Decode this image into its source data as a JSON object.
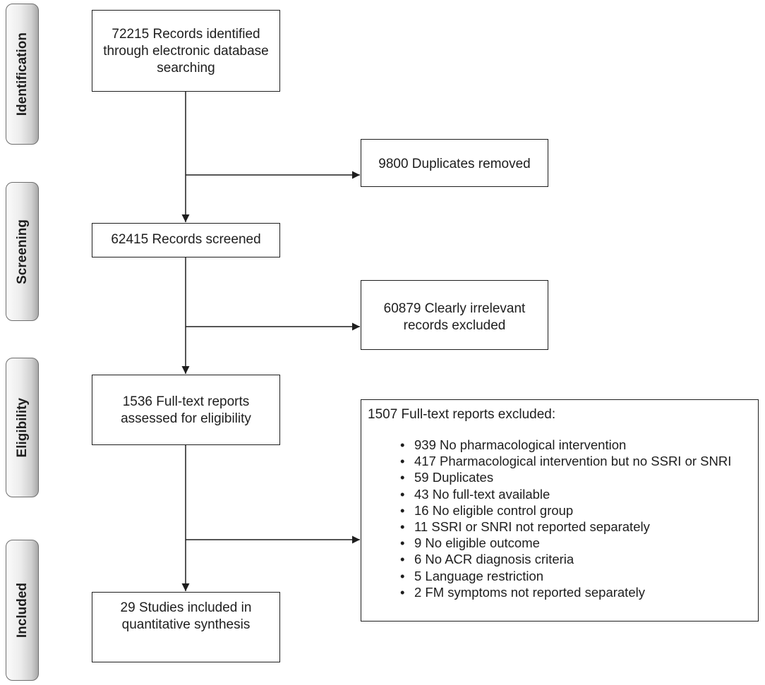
{
  "stages": {
    "identification": "Identification",
    "screening": "Screening",
    "eligibility": "Eligibility",
    "included": "Included"
  },
  "boxes": {
    "identified": {
      "lines": [
        "72215 Records identified",
        "through electronic database",
        "searching"
      ]
    },
    "duplicates_removed": {
      "lines": [
        "9800 Duplicates removed"
      ]
    },
    "screened": {
      "lines": [
        "62415 Records screened"
      ]
    },
    "irrelevant_excluded": {
      "lines": [
        "60879 Clearly irrelevant",
        "records excluded"
      ]
    },
    "full_text_assessed": {
      "lines": [
        "1536 Full-text reports",
        "assessed for eligibility"
      ]
    },
    "full_text_excluded": {
      "heading": "1507 Full-text reports excluded:",
      "items": [
        "939 No pharmacological intervention",
        "417 Pharmacological intervention but no SSRI or SNRI",
        "59 Duplicates",
        "43 No full-text available",
        "16 No eligible control group",
        "11 SSRI or SNRI not reported separately",
        "9 No eligible outcome",
        "6 No ACR diagnosis criteria",
        "5 Language restriction",
        "2 FM symptoms not reported separately"
      ]
    },
    "included": {
      "lines": [
        "29 Studies included in",
        "quantitative synthesis"
      ]
    }
  },
  "colors": {
    "line": "#1e1e1e",
    "box_fill": "#ffffff",
    "stage_light": "#fbfbfb",
    "stage_dark": "#a8a8a8"
  }
}
